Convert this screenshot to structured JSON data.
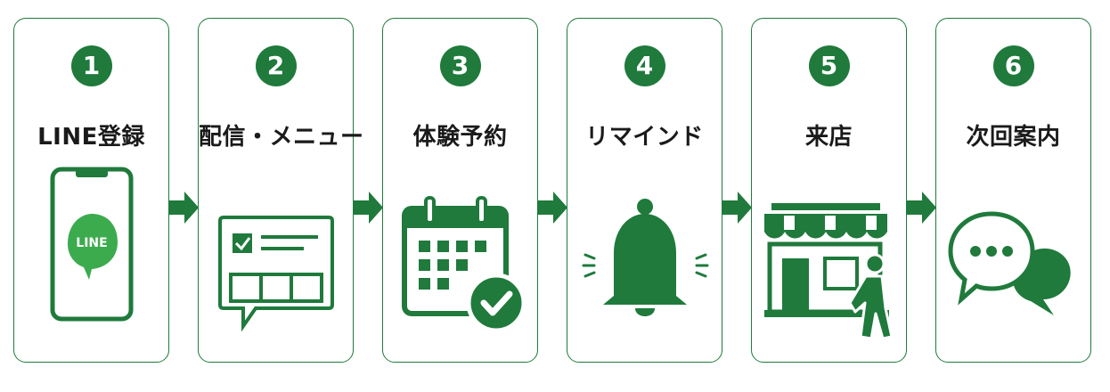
{
  "colors": {
    "accent": "#1f7a3c",
    "line_green": "#3cab4e",
    "text": "#1a1a1a"
  },
  "steps": [
    {
      "number": "1",
      "label": "LINE登録",
      "icon": "smartphone-line-icon",
      "badge": "LINE"
    },
    {
      "number": "2",
      "label": "配信・メニュー",
      "icon": "menu-chat-icon"
    },
    {
      "number": "3",
      "label": "体験予約",
      "icon": "calendar-check-icon"
    },
    {
      "number": "4",
      "label": "リマインド",
      "icon": "bell-icon"
    },
    {
      "number": "5",
      "label": "来店",
      "icon": "store-visit-icon"
    },
    {
      "number": "6",
      "label": "次回案内",
      "icon": "chat-bubbles-icon"
    }
  ]
}
